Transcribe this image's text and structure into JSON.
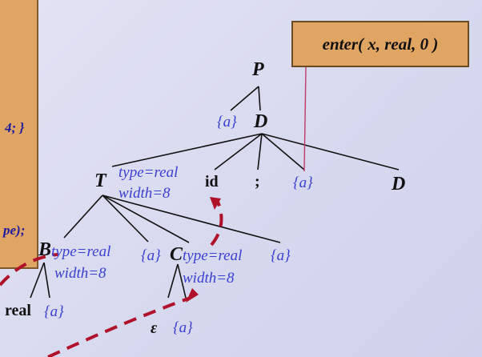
{
  "left_fragments": {
    "line1": "4; }",
    "line2": "pe);"
  },
  "enter": "enter( x, real, 0 )",
  "nodes": {
    "P": "P",
    "a1": "{a}",
    "D1": "D",
    "T": "T",
    "T_type": "type=real",
    "T_width": "width=8",
    "id": "id",
    "semi": ";",
    "a2": "{a}",
    "D2": "D",
    "B": "B",
    "B_type": "type=real",
    "B_width": "width=8",
    "a3": "{a}",
    "C": "C",
    "C_type": "type=real",
    "C_width": "width=8",
    "a4": "{a}",
    "real": "real",
    "a5": "{a}",
    "eps": "ε",
    "a6": "{a}"
  },
  "colors": {
    "edge": "#111111",
    "attr": "#3b3fd0",
    "flow": "#b0122a",
    "box": "#e0a463"
  }
}
